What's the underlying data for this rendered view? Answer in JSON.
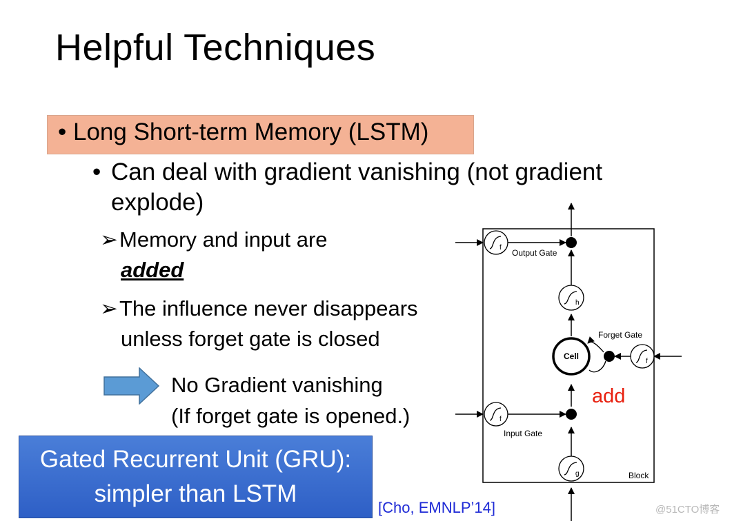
{
  "slide": {
    "title": "Helpful Techniques",
    "bullet_main": "Long Short-term Memory (LSTM)",
    "bullet_sub": "Can deal with gradient vanishing (not gradient explode)",
    "arrow_items": [
      {
        "line1": "Memory and input are",
        "line2": "added"
      },
      {
        "line1": "The influence never disappears",
        "line2": "unless forget gate is closed"
      }
    ],
    "no_grad_line1": "No Gradient vanishing",
    "no_grad_line2": "(If forget gate is opened.)",
    "gru_line1": "Gated Recurrent Unit (GRU):",
    "gru_line2": "simpler than LSTM",
    "citation": "[Cho, EMNLP’14]",
    "watermark": "@51CTO博客"
  },
  "diagram": {
    "output_gate": "Output Gate",
    "forget_gate": "Forget Gate",
    "input_gate": "Input Gate",
    "cell": "Cell",
    "block": "Block",
    "add": "add",
    "sub_f": "f",
    "sub_h": "h",
    "sub_g": "g"
  },
  "colors": {
    "highlight": "#f4b295",
    "gru_box": "#3b6fd1",
    "citation": "#1f2bd6",
    "add_label": "#e8200f",
    "block_arrow": "#5b9bd5"
  },
  "icons": {
    "bullet": "•",
    "arrow_bullet": "➢"
  }
}
